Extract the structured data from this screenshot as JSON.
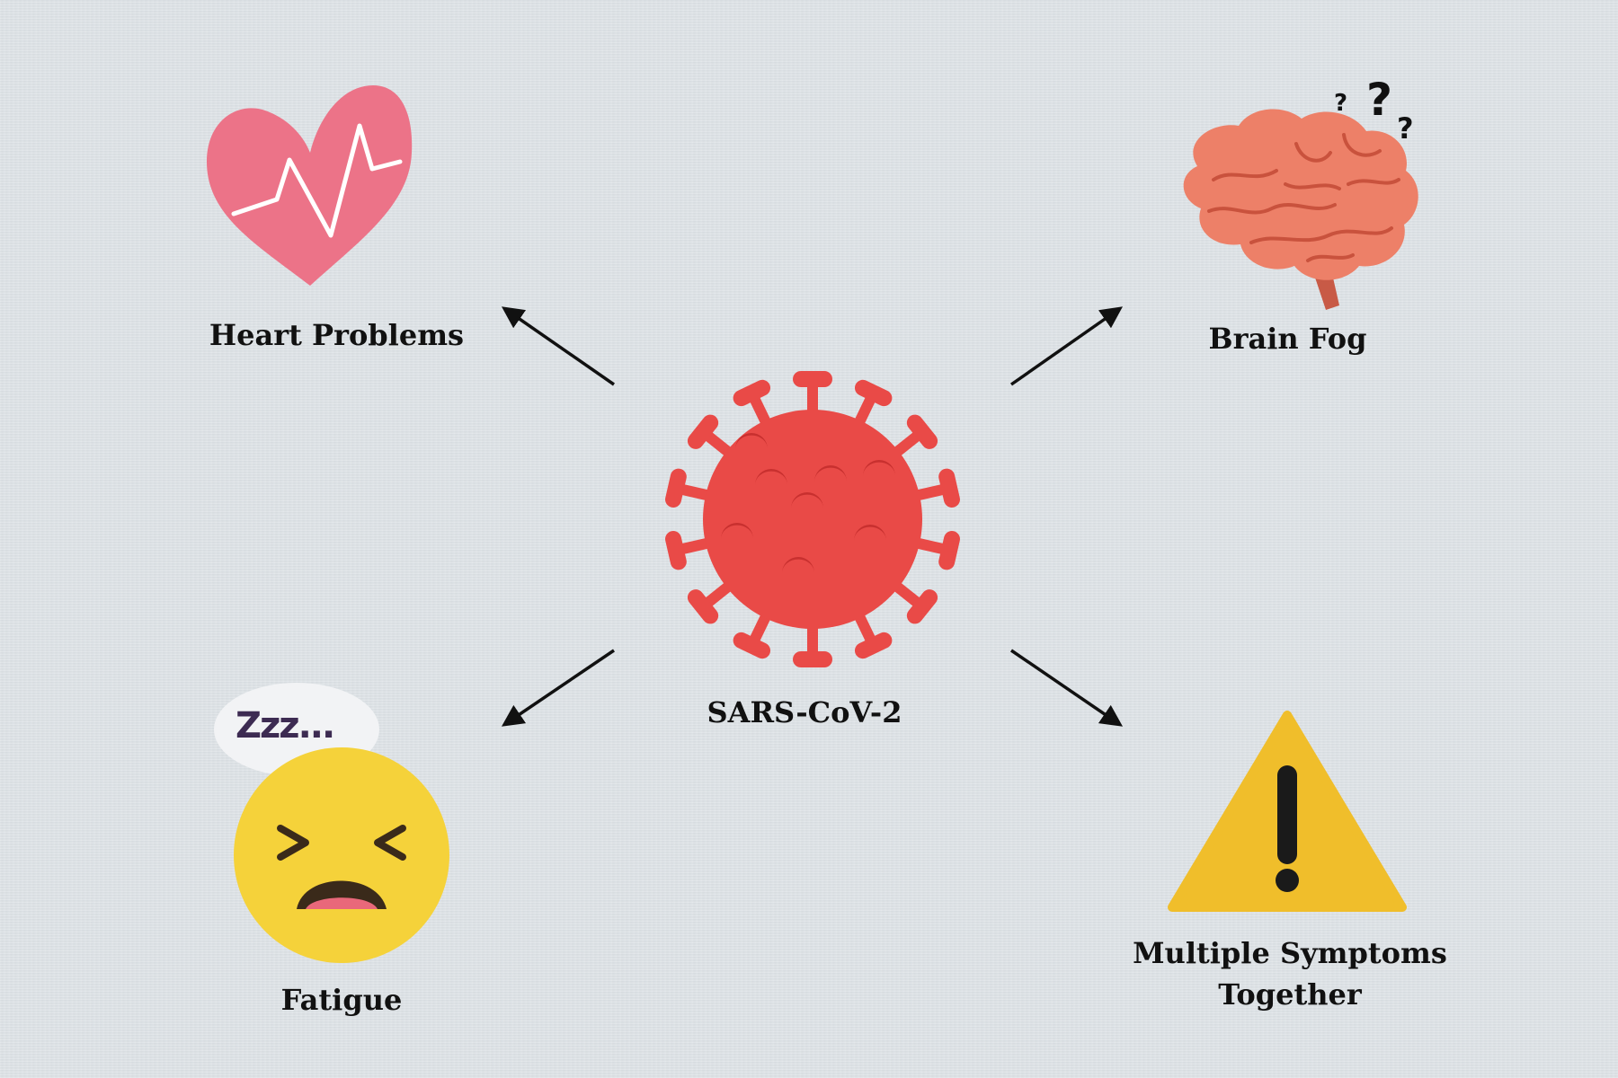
{
  "diagram": {
    "center": {
      "label": "SARS-CoV-2",
      "icon": "virus-icon"
    },
    "nodes": [
      {
        "id": "heart",
        "label": "Heart Problems",
        "icon": "heart-icon"
      },
      {
        "id": "brain",
        "label": "Brain Fog",
        "icon": "brain-icon"
      },
      {
        "id": "fatigue",
        "label": "Fatigue",
        "icon": "tired-face-icon",
        "bubble_text": "Zzz..."
      },
      {
        "id": "multi",
        "label": "Multiple Symptoms Together",
        "icon": "warning-icon"
      }
    ],
    "brain_question_marks": [
      "?",
      "?",
      "?"
    ]
  },
  "colors": {
    "virus": "#e94a47",
    "heart": "#ec7388",
    "brain": "#ed8068",
    "emoji": "#f5d23a",
    "warning": "#f0be2b",
    "arrow": "#111111",
    "background": "#dde2e6"
  }
}
